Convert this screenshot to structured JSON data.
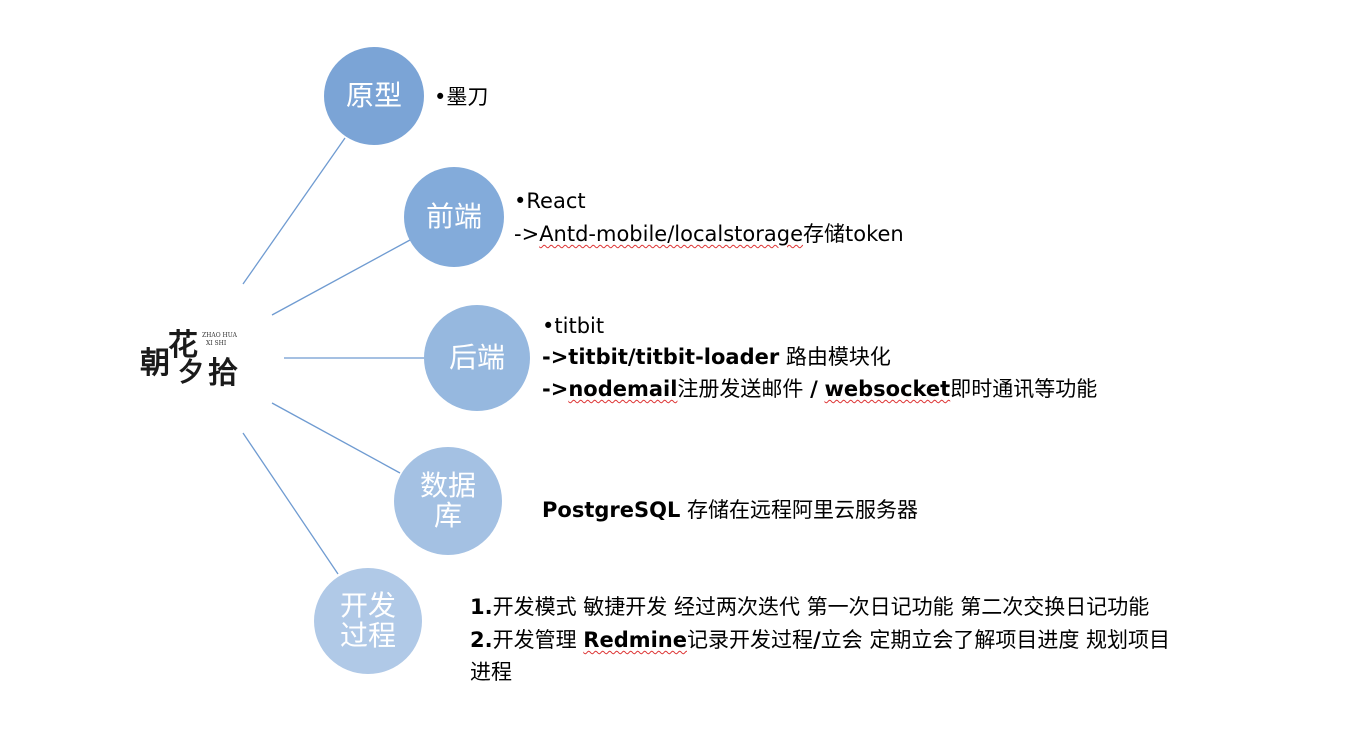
{
  "logo": {
    "c1": "朝",
    "c2": "花",
    "c3": "夕",
    "c4": "拾",
    "sub1": "ZHAO HUA",
    "sub2": "XI SHI"
  },
  "nodes": [
    {
      "label": "原型"
    },
    {
      "label": "前端"
    },
    {
      "label": "后端"
    },
    {
      "label_line1": "数据",
      "label_line2": "库"
    },
    {
      "label_line1": "开发",
      "label_line2": "过程"
    }
  ],
  "prototype": {
    "bullet": "•",
    "text": "墨刀"
  },
  "frontend": {
    "bullet": "•",
    "line1": "React",
    "line2_prefix": "->",
    "line2_main": "Antd-mobile/localstorage",
    "line2_suffix": "存储token"
  },
  "backend": {
    "bullet": "•",
    "line1": "titbit",
    "line2_prefix": "->titbit/titbit-loader",
    "line2_suffix": " 路由模块化",
    "line3_prefix": "->",
    "line3_nodemail": "nodemail",
    "line3_mid1": "注册发送邮件 ",
    "line3_slash": "/",
    "line3_space": " ",
    "line3_websocket": "websocket",
    "line3_suffix": "即时通讯等功能"
  },
  "database": {
    "name": "PostgreSQL",
    "text": " 存储在远程阿里云服务器"
  },
  "process": {
    "line1_num": "1.",
    "line1_text": "开发模式 敏捷开发 经过两次迭代 第一次日记功能 第二次交换日记功能",
    "line2_num": "2.",
    "line2_text1": "开发管理  ",
    "line2_redmine": "Redmine",
    "line2_text2": "记录开发过程",
    "line2_slash": "/",
    "line2_text3": "立会  定期立会了解项目进度  规划项目",
    "line3_text": "进程"
  }
}
